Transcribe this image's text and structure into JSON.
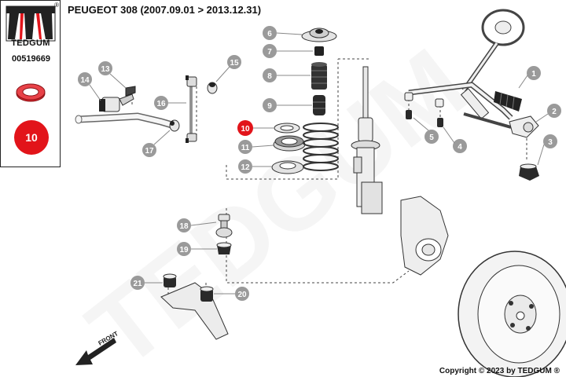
{
  "brand": {
    "name": "TEDGUM",
    "reg_mark": "®"
  },
  "part_number": "00519669",
  "highlight_label": "10",
  "title": "PEUGEOT 308 (2007.09.01 > 2013.12.31)",
  "copyright": "Copyright © 2023 by TEDGUM ®",
  "front_label": "FRONT",
  "watermark_text": "TEDGUM",
  "colors": {
    "highlight": "#e2141a",
    "callout": "#9a9a9a",
    "part_thumb": "#d9262c"
  },
  "callouts": [
    "1",
    "2",
    "3",
    "4",
    "5",
    "6",
    "7",
    "8",
    "9",
    "10",
    "11",
    "12",
    "13",
    "14",
    "15",
    "16",
    "17",
    "18",
    "19",
    "20",
    "21"
  ]
}
